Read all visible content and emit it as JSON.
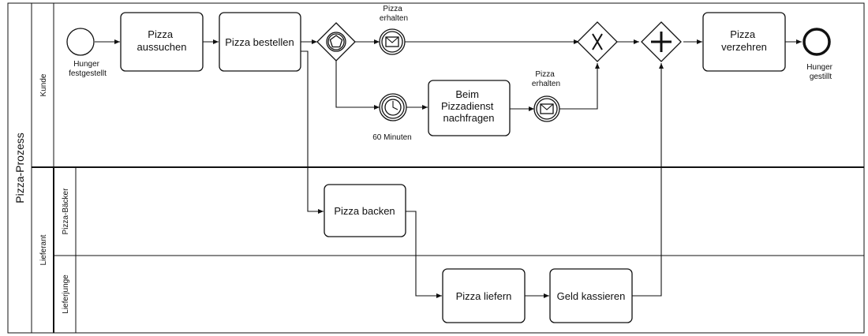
{
  "pool": {
    "label": "Pizza-Prozess"
  },
  "lanes": {
    "kunde": "Kunde",
    "lieferant": "Lieferant",
    "pizza_baecker": "Pizza-Bäcker",
    "lieferjunge": "Lieferjunge"
  },
  "tasks": {
    "aussuchen": [
      "Pizza",
      "aussuchen"
    ],
    "bestellen": [
      "Pizza bestellen"
    ],
    "verzehren": [
      "Pizza",
      "verzehren"
    ],
    "nachfragen": [
      "Beim",
      "Pizzadienst",
      "nachfragen"
    ],
    "backen": [
      "Pizza backen"
    ],
    "liefern": [
      "Pizza liefern"
    ],
    "kassieren": [
      "Geld kassieren"
    ]
  },
  "events": {
    "start": [
      "Hunger",
      "festgestellt"
    ],
    "end": [
      "Hunger",
      "gestillt"
    ],
    "msg1": [
      "Pizza",
      "erhalten"
    ],
    "msg2": [
      "Pizza",
      "erhalten"
    ],
    "timer": [
      "60 Minuten"
    ]
  },
  "colors": {
    "stroke": "#111111",
    "fill": "#ffffff"
  }
}
